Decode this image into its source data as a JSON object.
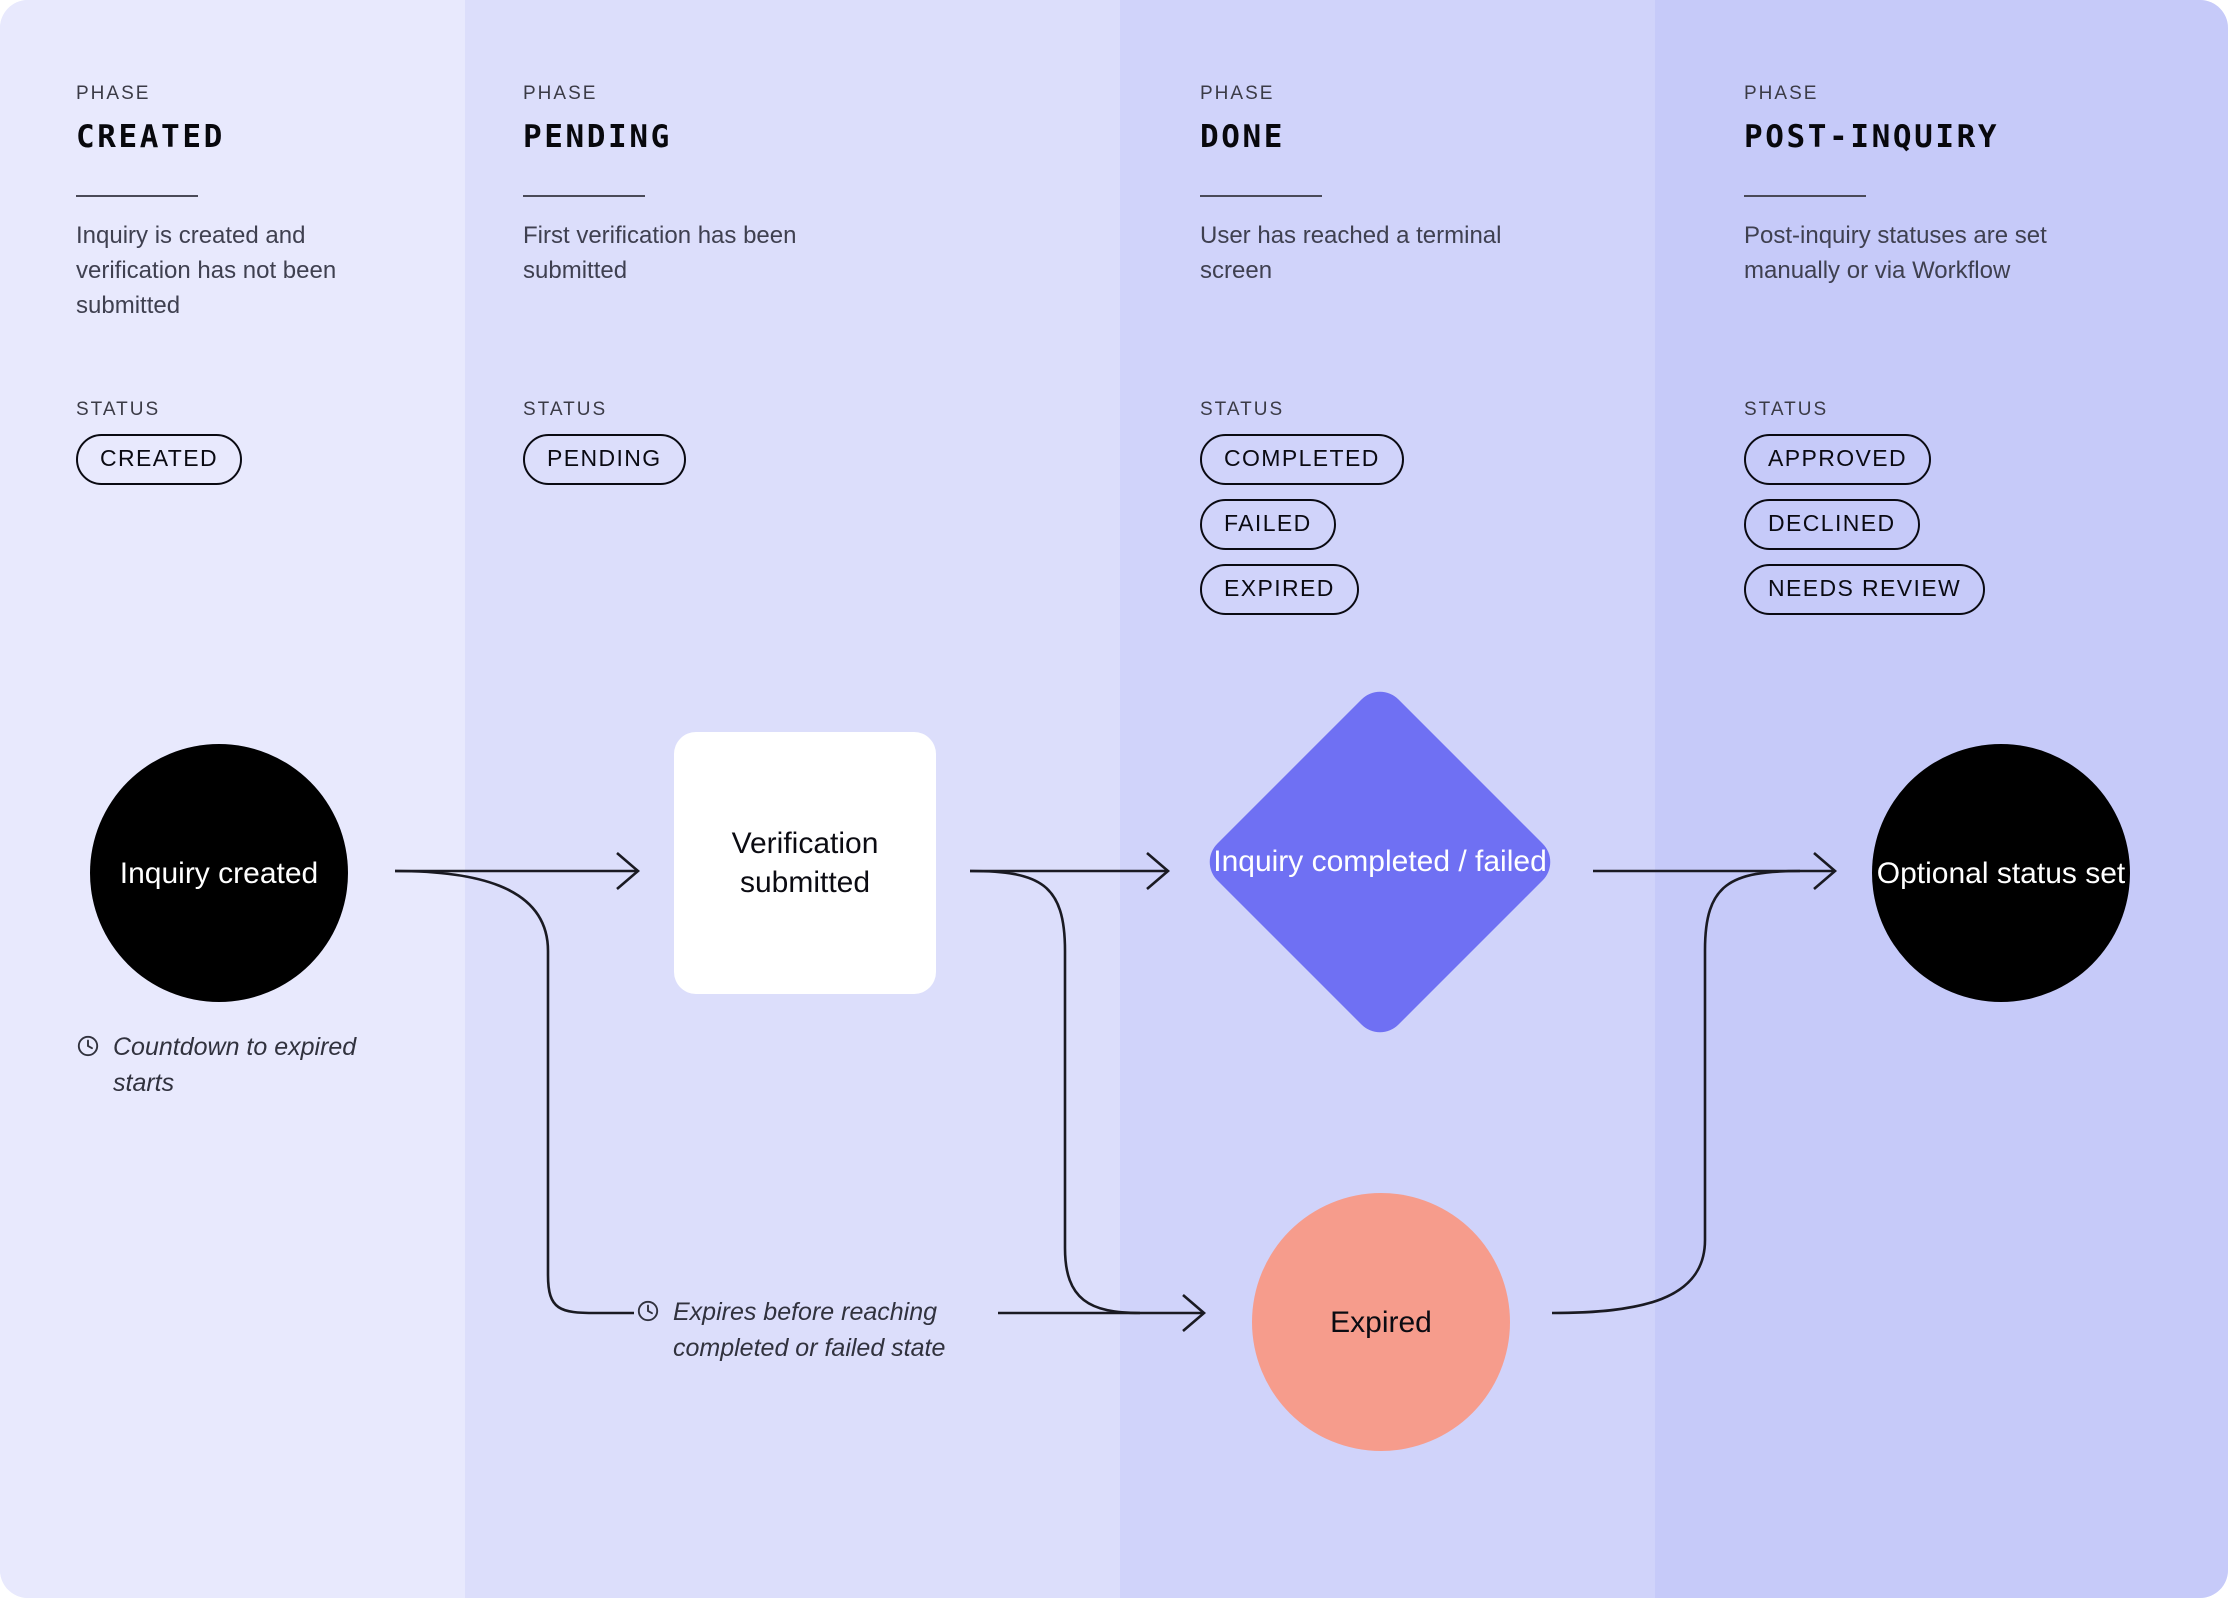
{
  "phases": [
    {
      "kicker": "PHASE",
      "title": "CREATED",
      "description": "Inquiry is created and verification has not been submitted",
      "status_label": "STATUS",
      "statuses": [
        "CREATED"
      ],
      "bg": "#e8e9fd"
    },
    {
      "kicker": "PHASE",
      "title": "PENDING",
      "description": "First verification has been submitted",
      "status_label": "STATUS",
      "statuses": [
        "PENDING"
      ],
      "bg": "#dcdefb"
    },
    {
      "kicker": "PHASE",
      "title": "DONE",
      "description": "User has reached a terminal screen",
      "status_label": "STATUS",
      "statuses": [
        "COMPLETED",
        "FAILED",
        "EXPIRED"
      ],
      "bg": "#d0d3fa"
    },
    {
      "kicker": "PHASE",
      "title": "POST-INQUIRY",
      "description": "Post-inquiry statuses are set manually or via Workflow",
      "status_label": "STATUS",
      "statuses": [
        "APPROVED",
        "DECLINED",
        "NEEDS REVIEW"
      ],
      "bg": "#c6caf9"
    }
  ],
  "flow": {
    "nodes": [
      {
        "id": "inquiry-created",
        "label": "Inquiry created",
        "shape": "circle",
        "fill": "#000000",
        "text_color": "#ffffff"
      },
      {
        "id": "verification",
        "label": "Verification submitted",
        "shape": "rounded-square",
        "fill": "#ffffff",
        "text_color": "#0b0b12"
      },
      {
        "id": "inquiry-done",
        "label": "Inquiry completed / failed",
        "shape": "diamond",
        "fill": "#6f70f3",
        "text_color": "#ffffff"
      },
      {
        "id": "expired",
        "label": "Expired",
        "shape": "circle",
        "fill": "#f69c8c",
        "text_color": "#0b0b12"
      },
      {
        "id": "optional-status",
        "label": "Optional status set",
        "shape": "circle",
        "fill": "#000000",
        "text_color": "#ffffff"
      }
    ],
    "annotations": [
      {
        "id": "countdown",
        "icon": "clock-icon",
        "text": "Countdown to expired starts"
      },
      {
        "id": "expires",
        "icon": "clock-icon",
        "text": "Expires before reaching completed or failed state"
      }
    ]
  },
  "colors": {
    "accent_periwinkle": "#6f70f3",
    "accent_salmon": "#f69c8c",
    "node_black": "#000000",
    "wire": "#1a1a22"
  }
}
